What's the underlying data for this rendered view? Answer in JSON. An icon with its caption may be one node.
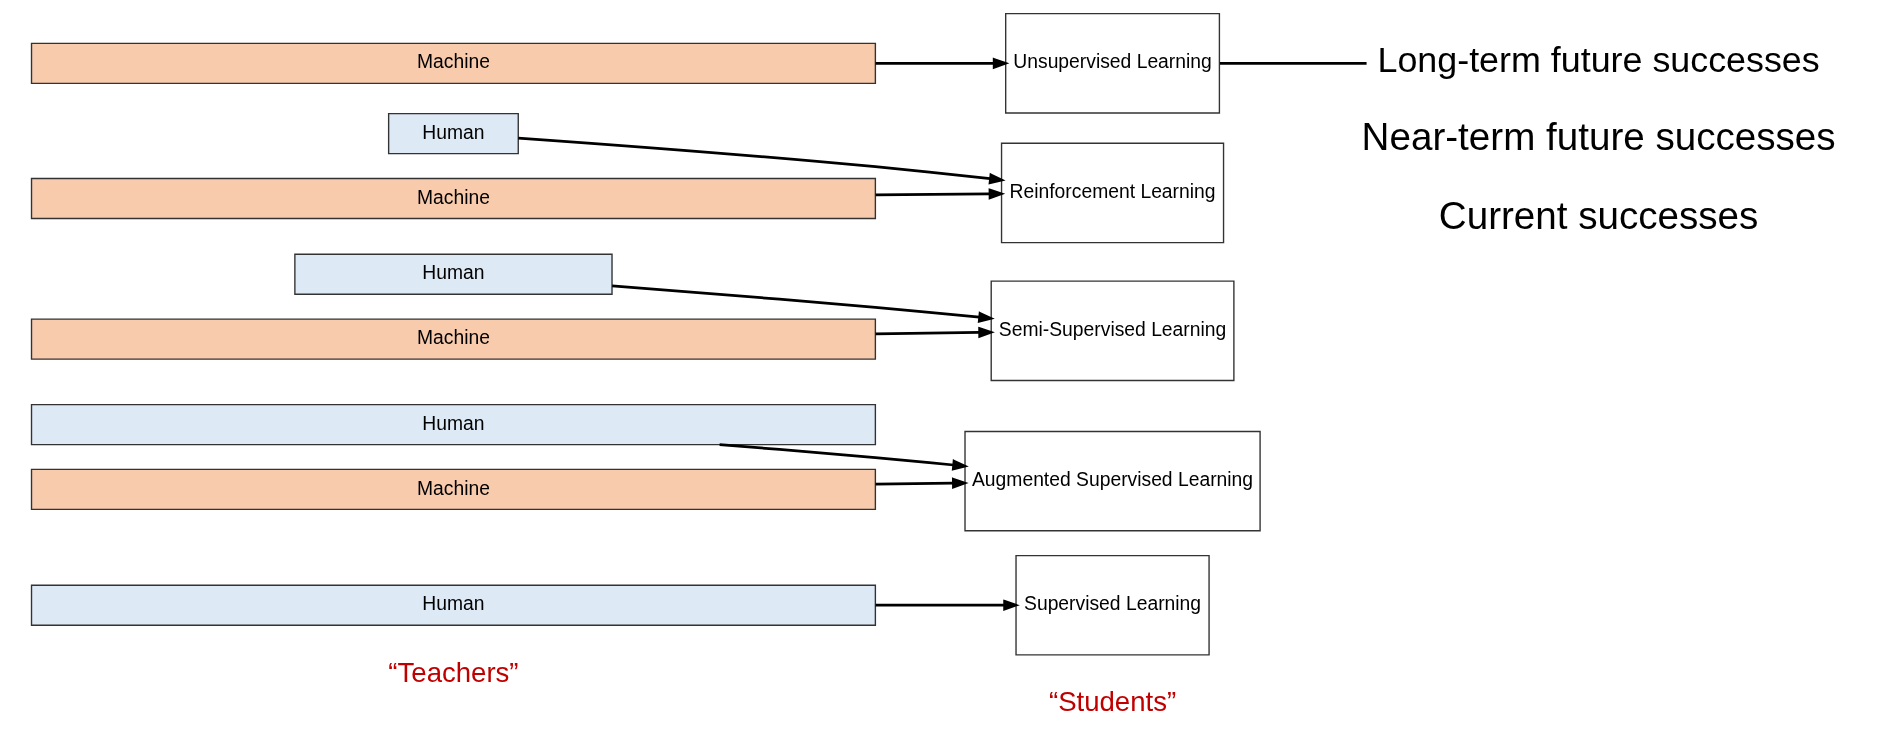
{
  "diagram": {
    "nodes": [
      {
        "text": [
          "Human"
        ]
      },
      {
        "text": [
          "Supervised Learning"
        ]
      },
      {
        "text": [
          "Human"
        ]
      },
      {
        "text": [
          "Machine"
        ]
      },
      {
        "text": [
          "Augmented Supervised Learning"
        ]
      },
      {
        "text": [
          "Human"
        ]
      },
      {
        "text": [
          "Machine"
        ]
      },
      {
        "text": [
          "Semi-Supervised Learning"
        ]
      },
      {
        "text": [
          "Human"
        ]
      },
      {
        "text": [
          "Machine"
        ]
      },
      {
        "text": [
          "Reinforcement Learning"
        ]
      },
      {
        "text": [
          "Machine"
        ]
      },
      {
        "text": [
          "Unsupervised Learning"
        ]
      },
      {
        "text": [
          "Long-term future successes"
        ]
      }
    ],
    "edges": [
      {
        "from": 0,
        "to": 1,
        "arrow": "to"
      },
      {
        "from": 2,
        "to": 4,
        "arrow": "to"
      },
      {
        "from": 3,
        "to": 4,
        "arrow": "to"
      },
      {
        "from": 5,
        "to": 7,
        "arrow": "to"
      },
      {
        "from": 6,
        "to": 7,
        "arrow": "to"
      },
      {
        "from": 8,
        "to": 10,
        "arrow": "to"
      },
      {
        "from": 9,
        "to": 10,
        "arrow": "to"
      },
      {
        "from": 11,
        "to": 12,
        "arrow": "to"
      },
      {
        "from": 12,
        "to": 13,
        "arrow": "none"
      }
    ],
    "labels": [
      "“Teachers”",
      "“Students”",
      "Current successes",
      "Near-term future successes"
    ]
  }
}
